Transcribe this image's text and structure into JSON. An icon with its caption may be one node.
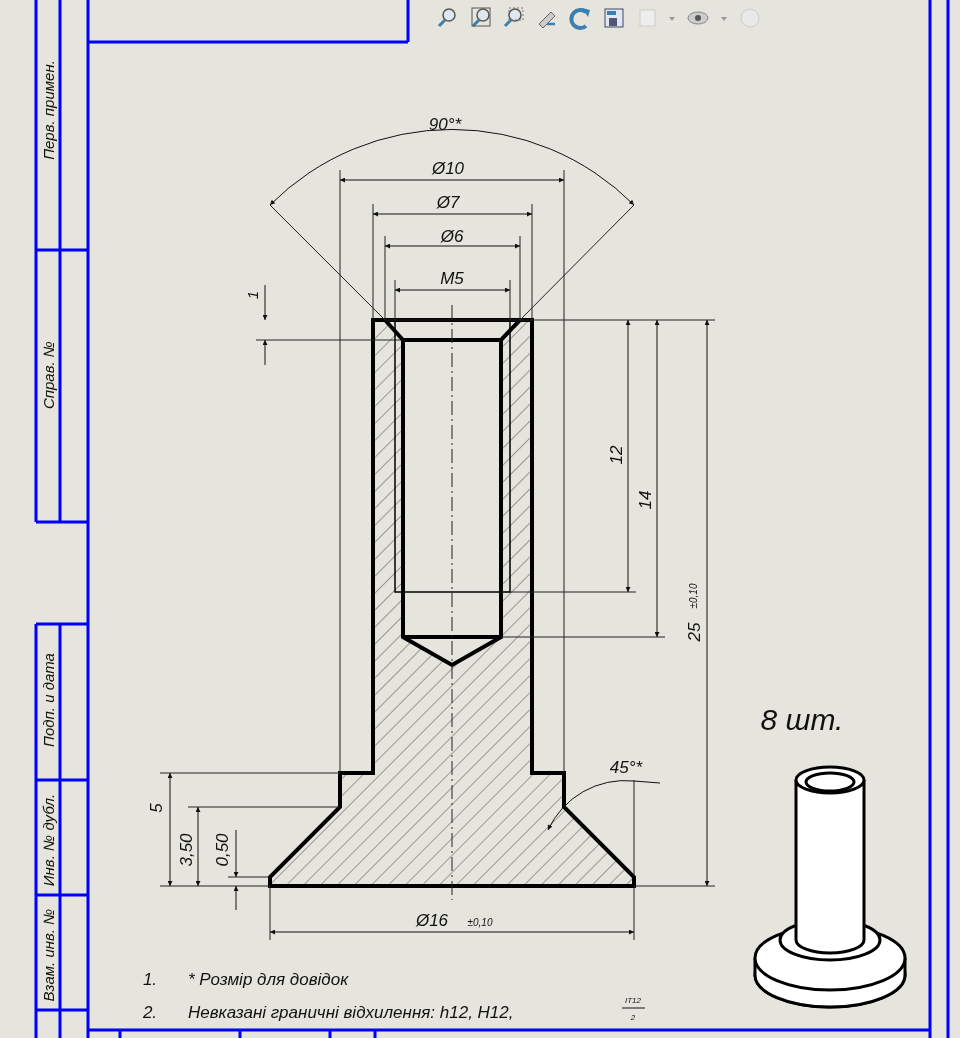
{
  "diagram": {
    "labels": [
      "Перв. примен.",
      "90°*",
      "Ø10",
      "Ø7",
      "Ø6",
      "1",
      "M5",
      "Справ. №",
      "12",
      "14",
      "25",
      "±0,10",
      "Подп. и дата",
      "8 шт.",
      "45°*",
      "Инв. № дубл.",
      "5",
      "3,50",
      "0,50",
      "Взам. инв. №",
      "Ø16",
      "±0,10",
      "1.",
      "* Розмір для довідок",
      "2.",
      "Невказані граничні відхилення: h12, H12,",
      "IT12",
      "2"
    ]
  }
}
